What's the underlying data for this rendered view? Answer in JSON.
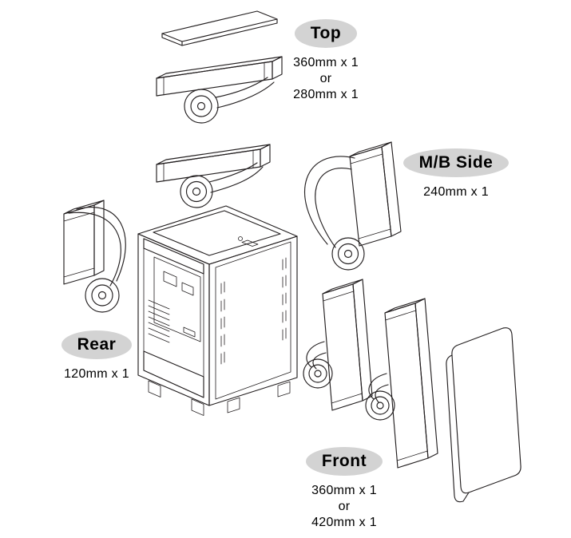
{
  "callouts": {
    "top": {
      "label": "Top",
      "size_primary": "360mm x 1",
      "conjunction": "or",
      "size_alternate": "280mm x 1"
    },
    "mb_side": {
      "label": "M/B Side",
      "size_primary": "240mm x 1"
    },
    "rear": {
      "label": "Rear",
      "size_primary": "120mm x 1"
    },
    "front": {
      "label": "Front",
      "size_primary": "360mm x 1",
      "conjunction": "or",
      "size_alternate": "420mm x 1"
    }
  },
  "colors": {
    "line": "#231f20",
    "label_bg": "#d3d3d3",
    "background": "#ffffff"
  }
}
